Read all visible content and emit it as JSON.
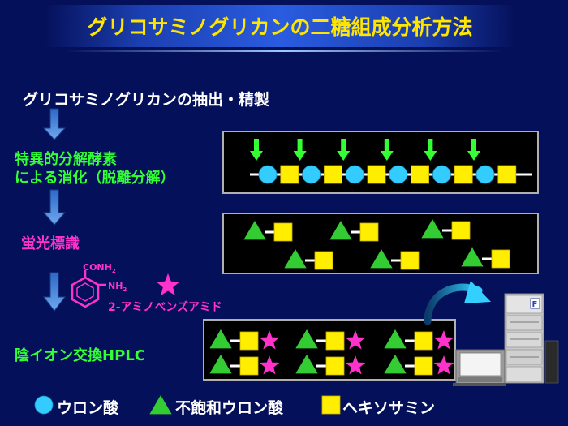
{
  "title": "グリコサミノグリカンの二糖組成分析方法",
  "steps": {
    "extraction": "グリコサミノグリカンの抽出・精製",
    "digestion_line1": "特異的分解酵素",
    "digestion_line2": "による消化（脱離分解）",
    "labeling": "蛍光標識",
    "hplc": "陰イオン交換HPLC"
  },
  "reagent": {
    "conh2": "CONH",
    "conh2_sub": "2",
    "nh2": "NH",
    "nh2_sub": "2",
    "name": "2-アミノベンズアミド"
  },
  "legend": {
    "uronic": "ウロン酸",
    "unsaturated_uronic": "不飽和ウロン酸",
    "hexosamine": "ヘキソサミン"
  },
  "instrument": {
    "detector_letter": "F"
  },
  "colors": {
    "background": "#05105a",
    "title": "#ffe600",
    "uronic_acid": "#33ccff",
    "unsaturated_uronic_acid": "#33cc33",
    "hexosamine": "#ffee00",
    "label_star": "#ff33cc",
    "enzyme_arrow": "#33ff33",
    "flow_arrow": "#4a90d9"
  },
  "icons": {
    "uronic": "circle",
    "unsaturated_uronic": "triangle",
    "hexosamine": "square",
    "label": "star",
    "enzyme": "down-arrow"
  }
}
